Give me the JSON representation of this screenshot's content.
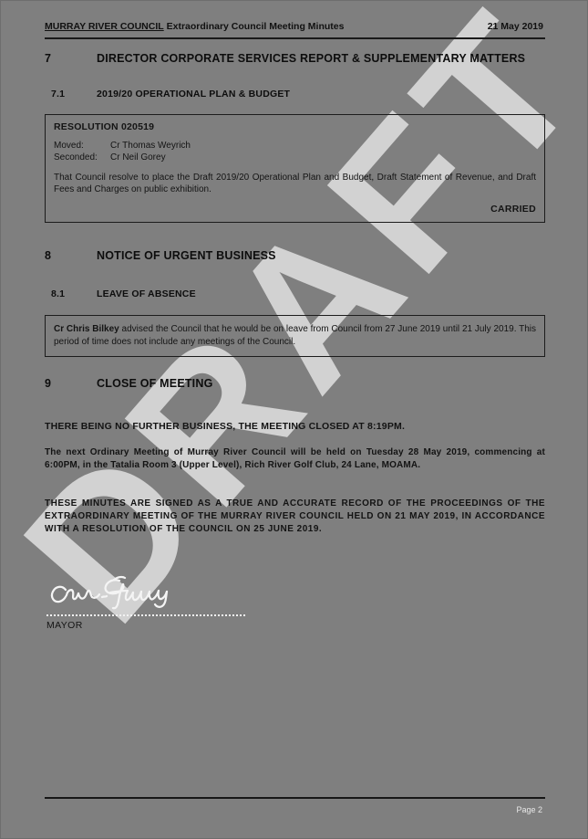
{
  "document": {
    "watermark": "DRAFT",
    "header": {
      "council": "MURRAY RIVER COUNCIL",
      "subject": "Extraordinary Council Meeting Minutes",
      "date": "21 May 2019"
    },
    "footer": {
      "page_label": "Page 2"
    },
    "sections": [
      {
        "number": "7",
        "title": "DIRECTOR CORPORATE SERVICES REPORT & SUPPLEMENTARY MATTERS"
      },
      {
        "number": "7.1",
        "title": "2019/20 OPERATIONAL PLAN & BUDGET"
      },
      {
        "number": "8",
        "title": "NOTICE OF URGENT BUSINESS"
      },
      {
        "number": "8.1",
        "title": "LEAVE OF ABSENCE"
      },
      {
        "number": "9",
        "title": "CLOSE OF MEETING"
      }
    ],
    "resolution": {
      "heading": "RESOLUTION 020519",
      "moved_label": "Moved:",
      "moved_name": "Cr Thomas Weyrich",
      "seconded_label": "Seconded:",
      "seconded_name": "Cr Neil Gorey",
      "body": "That Council resolve to place the Draft 2019/20 Operational Plan and Budget, Draft Statement of Revenue, and Draft Fees and Charges on public exhibition.",
      "outcome": "CARRIED"
    },
    "leave_of_absence": {
      "councillor": "Cr Chris Bilkey",
      "body": " advised the Council that he would be on leave from Council from 27 June 2019 until 21 July 2019. This period of time does not include any meetings of the Council."
    },
    "close": {
      "closing_statement": "THERE BEING NO FURTHER BUSINESS, THE MEETING CLOSED AT 8:19PM.",
      "next_meeting": "The next Ordinary Meeting of Murray River Council will be held on Tuesday 28 May 2019, commencing at 6:00PM, in the Tatalia Room 3 (Upper Level), Rich River Golf Club, 24 Lane, MOAMA.",
      "certification": "THESE MINUTES ARE SIGNED AS A TRUE AND ACCURATE RECORD OF THE PROCEEDINGS OF THE EXTRAORDINARY MEETING OF THE MURRAY RIVER COUNCIL HELD ON 21 MAY 2019, IN ACCORDANCE WITH A RESOLUTION OF THE COUNCIL ON 25 JUNE 2019."
    },
    "signature": {
      "label": "MAYOR"
    }
  }
}
